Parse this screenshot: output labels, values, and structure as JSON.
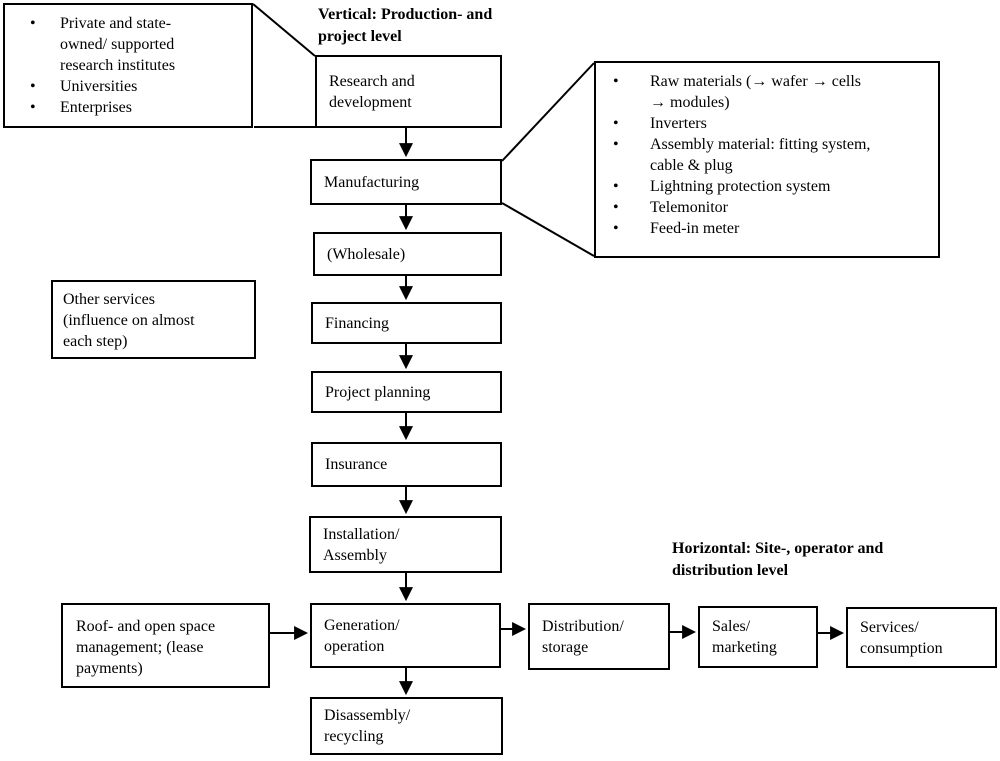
{
  "titles": {
    "vertical_level": "Vertical: Production- and\nproject level",
    "horizontal_level": "Horizontal: Site-, operator and\ndistribution level"
  },
  "glyphs": {
    "bullet": "•"
  },
  "callouts": {
    "research_sources": {
      "items": [
        "Private and state-\nowned/ supported\nresearch institutes",
        "Universities",
        "Enterprises"
      ]
    },
    "manufacturing_inputs": {
      "items": [
        "Raw materials (→ wafer → cells\n→ modules)",
        "Inverters",
        "Assembly material: fitting system,\ncable & plug",
        "Lightning protection system",
        "Telemonitor",
        "Feed-in meter"
      ]
    }
  },
  "notes": {
    "other_services": "Other services\n(influence on almost\neach step)",
    "roof_management": "Roof- and open space\nmanagement; (lease\npayments)"
  },
  "vertical_chain": [
    "Research and\ndevelopment",
    "Manufacturing",
    "(Wholesale)",
    "Financing",
    "Project planning",
    "Insurance",
    "Installation/\nAssembly",
    "Generation/\noperation",
    "Disassembly/\nrecycling"
  ],
  "horizontal_chain": [
    "Distribution/\nstorage",
    "Sales/\nmarketing",
    "Services/\nconsumption"
  ],
  "colors": {
    "line": "#000000",
    "background": "#ffffff",
    "text": "#000000"
  }
}
